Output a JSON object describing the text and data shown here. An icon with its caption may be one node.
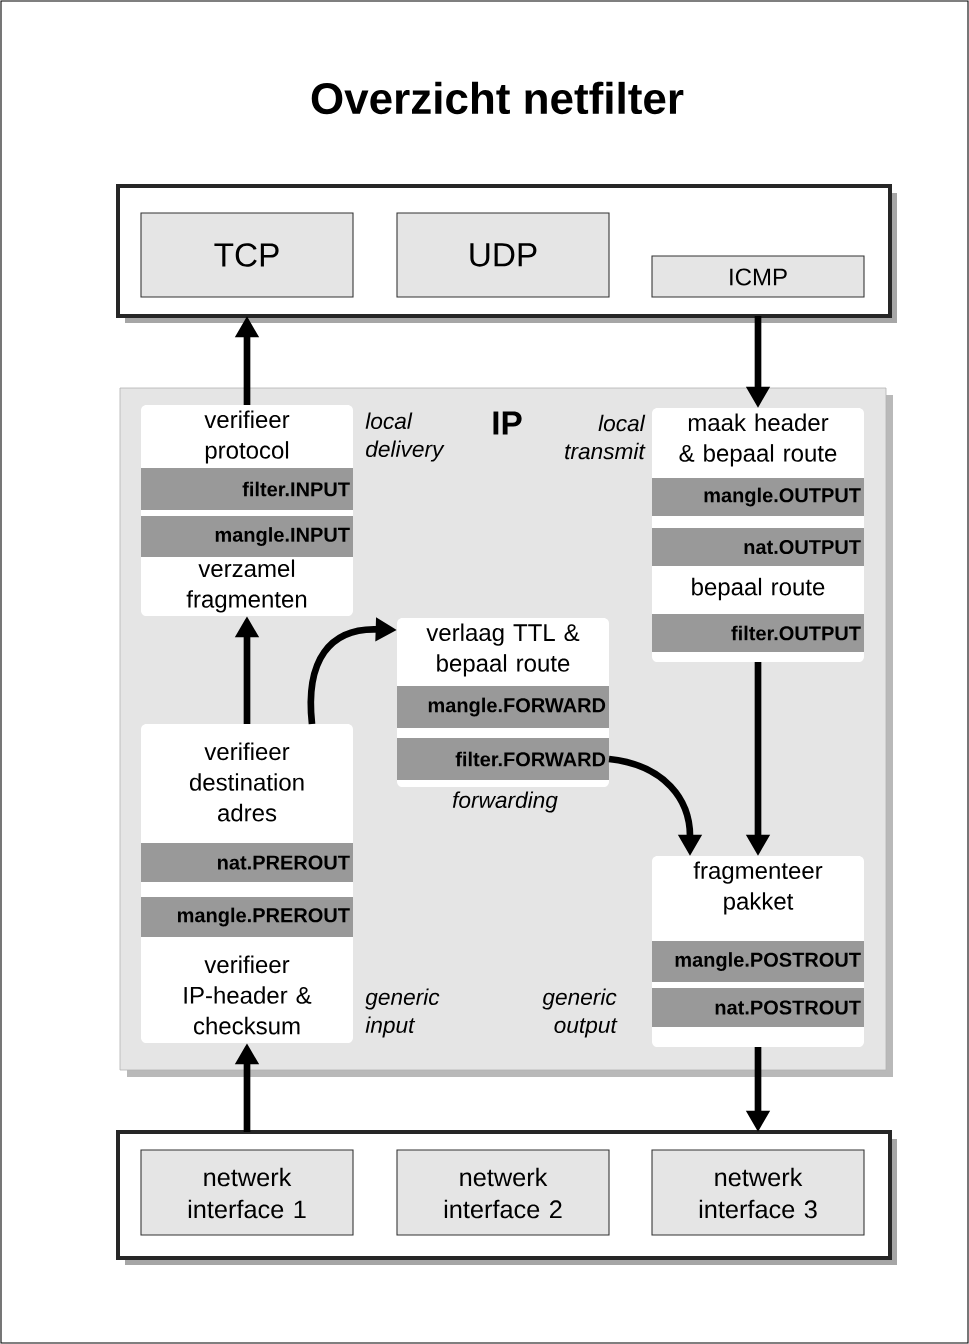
{
  "diagram": {
    "title": "Overzicht netfilter",
    "nodes": [
      {
        "text": [],
        "shape": "box"
      },
      {
        "text": [
          "TCP"
        ],
        "in": 0
      },
      {
        "text": [
          "UDP"
        ],
        "in": 0
      },
      {
        "text": [
          "ICMP"
        ],
        "in": 0
      },
      {
        "text": [
          "IP"
        ]
      },
      {
        "text": [
          "verifieer protocol",
          "verzamel fragmenten"
        ],
        "in": 4
      },
      {
        "text": [
          "filter.INPUT"
        ],
        "in": 5
      },
      {
        "text": [
          "mangle.INPUT"
        ],
        "in": 5
      },
      {
        "text": [
          "maak header & bepaal route",
          "bepaal route"
        ],
        "in": 4
      },
      {
        "text": [
          "mangle.OUTPUT"
        ],
        "in": 8
      },
      {
        "text": [
          "nat.OUTPUT"
        ],
        "in": 8
      },
      {
        "text": [
          "filter.OUTPUT"
        ],
        "in": 8
      },
      {
        "text": [
          "verlaag TTL & bepaal route"
        ],
        "in": 4
      },
      {
        "text": [
          "mangle.FORWARD"
        ],
        "in": 12
      },
      {
        "text": [
          "filter.FORWARD"
        ],
        "in": 12
      },
      {
        "text": [
          "verifieer destination adres",
          "verifieer IP-header & checksum"
        ],
        "in": 4
      },
      {
        "text": [
          "nat.PREROUT"
        ],
        "in": 15
      },
      {
        "text": [
          "mangle.PREROUT"
        ],
        "in": 15
      },
      {
        "text": [
          "fragmenteer pakket"
        ],
        "in": 4
      },
      {
        "text": [
          "mangle.POSTROUT"
        ],
        "in": 18
      },
      {
        "text": [
          "nat.POSTROUT"
        ],
        "in": 18
      },
      {
        "text": [],
        "shape": "box"
      },
      {
        "text": [
          "netwerk interface 1"
        ],
        "in": 21
      },
      {
        "text": [
          "netwerk interface 2"
        ],
        "in": 21
      },
      {
        "text": [
          "netwerk interface 3"
        ],
        "in": 21
      }
    ],
    "edges": [
      {
        "from": 5,
        "to": 0,
        "arrow": "to"
      },
      {
        "from": 0,
        "to": 8,
        "arrow": "to"
      },
      {
        "from": 15,
        "to": 5,
        "arrow": "to"
      },
      {
        "from": 15,
        "to": 12,
        "arrow": "to"
      },
      {
        "from": 14,
        "to": 18,
        "arrow": "to"
      },
      {
        "from": 8,
        "to": 18,
        "arrow": "to"
      },
      {
        "from": 18,
        "to": 21,
        "arrow": "to"
      },
      {
        "from": 21,
        "to": 15,
        "arrow": "to"
      }
    ],
    "labels": [
      "local delivery",
      "local transmit",
      "forwarding",
      "generic input",
      "generic output"
    ]
  }
}
